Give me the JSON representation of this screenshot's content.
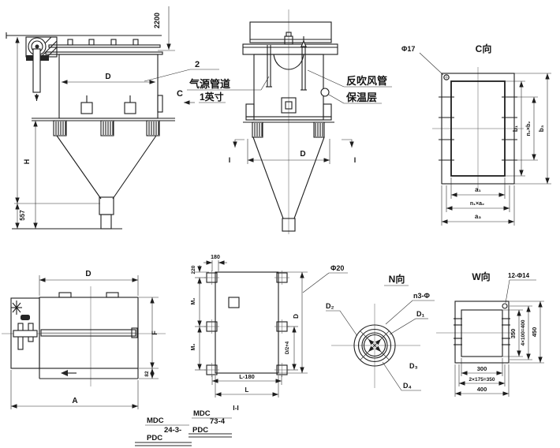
{
  "side_view": {
    "dim_2200": "2200",
    "dim_d": "D",
    "dim_h": "H",
    "dim_557": "557",
    "callout_2": "2",
    "view_arrow_label": "C"
  },
  "front_view": {
    "air_pipe": "气源管道",
    "air_pipe_size": "1英寸",
    "blowback_pipe": "反吹风管",
    "insulation": "保温层",
    "dim_d": "D",
    "section_left": "I",
    "section_right": "I"
  },
  "c_view": {
    "title": "C向",
    "hole_callout": "Φ17",
    "dim_b1": "b₁",
    "dim_n2b2": "n₂×b₂",
    "dim_b3": "b₃",
    "dim_a1": "a₁",
    "dim_n1a2": "n₁×a₂",
    "dim_a3": "a₃"
  },
  "plan_view": {
    "dim_d": "D",
    "dim_f": "F",
    "dim_a": "A",
    "dim_strip": "82"
  },
  "section_view": {
    "title": "I-I",
    "hole_callout": "Φ20",
    "dim_180": "180",
    "dim_220": "220",
    "dim_m2_top": "M₂",
    "dim_m2_bottom": "M₂",
    "dim_d": "D",
    "dim_half": "D/2+4",
    "dim_l180": "L-180",
    "dim_l": "L"
  },
  "n_view": {
    "title": "N向",
    "hole_callout": "n3-Φ",
    "dim_d1": "D₁",
    "dim_d2": "D₂",
    "dim_d3": "D₃",
    "dim_d4": "D₄"
  },
  "w_view": {
    "title": "W向",
    "hole_callout": "12-Φ14",
    "dim_350": "350",
    "dim_4x100": "4×100=400",
    "dim_450": "450",
    "dim_300": "300",
    "dim_2x175": "2×175=350",
    "dim_400": "400"
  },
  "model_marks": {
    "left_series_top": "MDC",
    "left_code": "24-3-",
    "left_series_bottom": "PDC",
    "right_series_top": "MDC",
    "right_code": "73-4",
    "right_series_bottom": "PDC"
  }
}
